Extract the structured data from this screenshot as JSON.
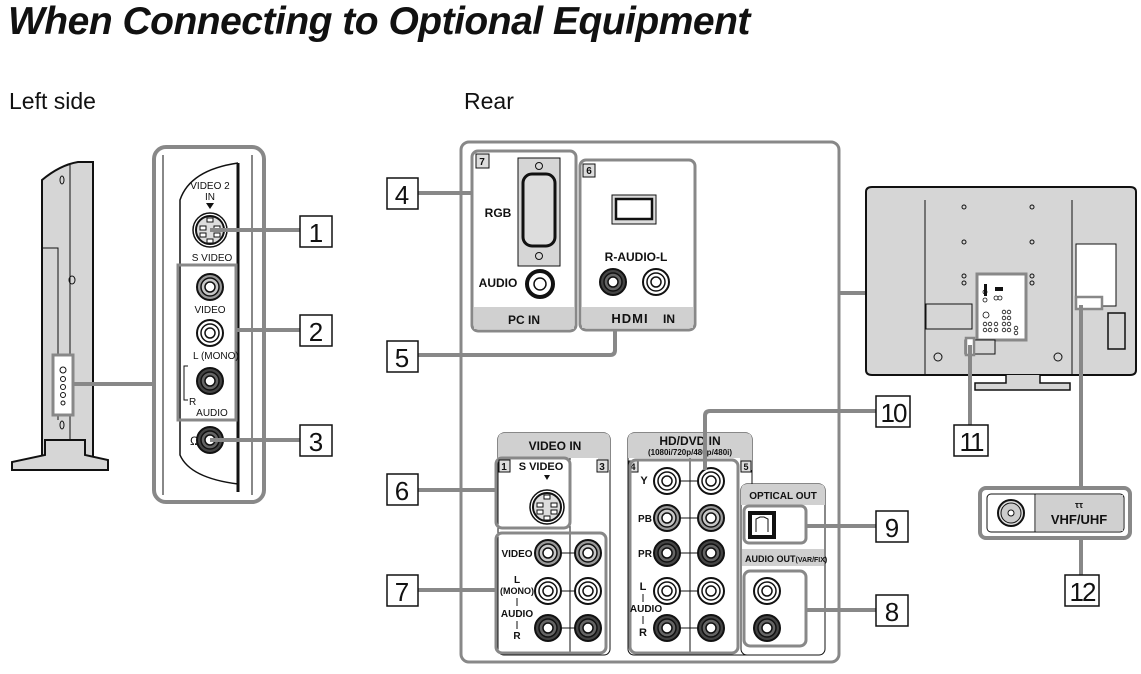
{
  "title": "When Connecting to Optional Equipment",
  "sections": {
    "left_side": "Left side",
    "rear": "Rear"
  },
  "callouts": [
    "1",
    "2",
    "3",
    "4",
    "5",
    "6",
    "7",
    "8",
    "9",
    "10",
    "11",
    "12"
  ],
  "left_panel": {
    "svideo_top": "VIDEO 2",
    "svideo_in": "IN",
    "svideo_label": "S VIDEO",
    "video": "VIDEO",
    "l_mono": "L (MONO)",
    "r": "R",
    "audio": "AUDIO",
    "headphone_icon": "headphones-icon"
  },
  "pc_in": {
    "number": "7",
    "rgb": "RGB",
    "audio": "AUDIO",
    "footer": "PC IN"
  },
  "hdmi_in": {
    "number": "6",
    "audio": "R-AUDIO-L",
    "footer_logo": "HDMI",
    "footer_in": "IN"
  },
  "video_in": {
    "header": "VIDEO  IN",
    "num_left": "1",
    "num_right": "3",
    "svideo": "S VIDEO",
    "video": "VIDEO",
    "l": "L",
    "mono": "(MONO)",
    "audio": "AUDIO",
    "r": "R"
  },
  "hd_dvd_in": {
    "header": "HD/DVD IN",
    "subheader": "(1080i/720p/480p/480i)",
    "num_left": "4",
    "num_right": "5",
    "y": "Y",
    "pb": "PB",
    "pr": "PR",
    "l": "L",
    "audio": "AUDIO",
    "r": "R"
  },
  "optical_out": {
    "header": "OPTICAL OUT"
  },
  "audio_out": {
    "header": "AUDIO OUT",
    "suffix": "(VAR/FIX)"
  },
  "antenna": {
    "label": "VHF/UHF"
  }
}
